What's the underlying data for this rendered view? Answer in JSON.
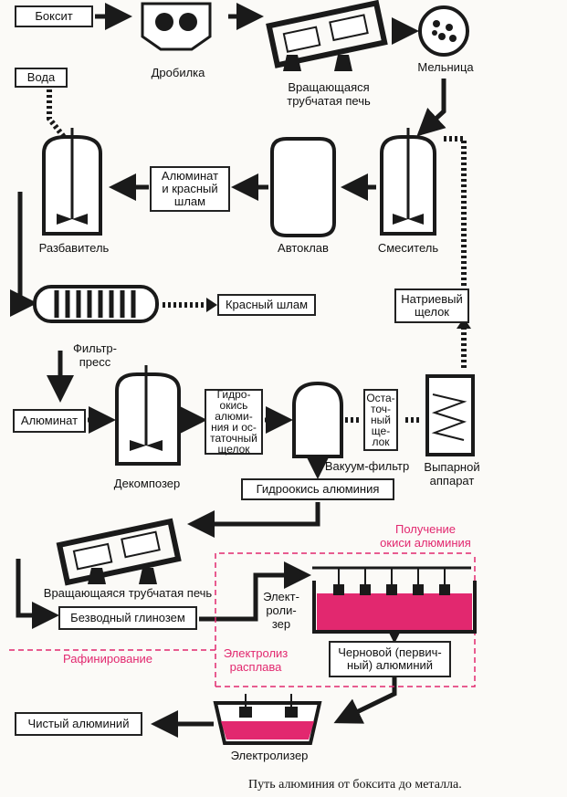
{
  "labels": {
    "bauxite": "Боксит",
    "crusher": "Дробилка",
    "kiln_top": "Вращающаяся\nтрубчатая печь",
    "mill": "Мельница",
    "water": "Вода",
    "aluminate_red_mud": "Алюминат\nи красный\nшлам",
    "diluter": "Разбавитель",
    "autoclave": "Автоклав",
    "mixer": "Смеситель",
    "red_mud": "Красный шлам",
    "sodium_lye": "Натриевый\nщелок",
    "filter_press": "Фильтр-\nпресс",
    "aluminate": "Алюминат",
    "hydroxide_liquor": "Гидро-\nокись\nалюми-\nния и ос-\nтаточный\nщелок",
    "decomposer": "Декомпозер",
    "vacuum_filter": "Вакуум-фильтр",
    "residual_liquor": "Оста-\nточ-\nный\nще-\nлок",
    "evaporator": "Выпарной\nаппарат",
    "aluminum_hydroxide": "Гидроокись алюминия",
    "kiln_bottom": "Вращающаяся трубчатая печь",
    "anhydrous_alumina": "Безводный глинозем",
    "electrolyzer_side": "Элект-\nроли-\nзер",
    "obtaining_alumina": "Получение\nокиси алюминия",
    "refining": "Рафинирование",
    "melt_electrolysis": "Электролиз\nрасплава",
    "crude_aluminum": "Черновой (первич-\nный) алюминий",
    "pure_aluminum": "Чистый алюминий",
    "electrolyzer_bottom": "Электролизер"
  },
  "caption": "Путь алюминия от боксита до металла.",
  "colors": {
    "ink": "#1a1a1a",
    "accent": "#e2286f",
    "paper": "#fbfaf7"
  }
}
